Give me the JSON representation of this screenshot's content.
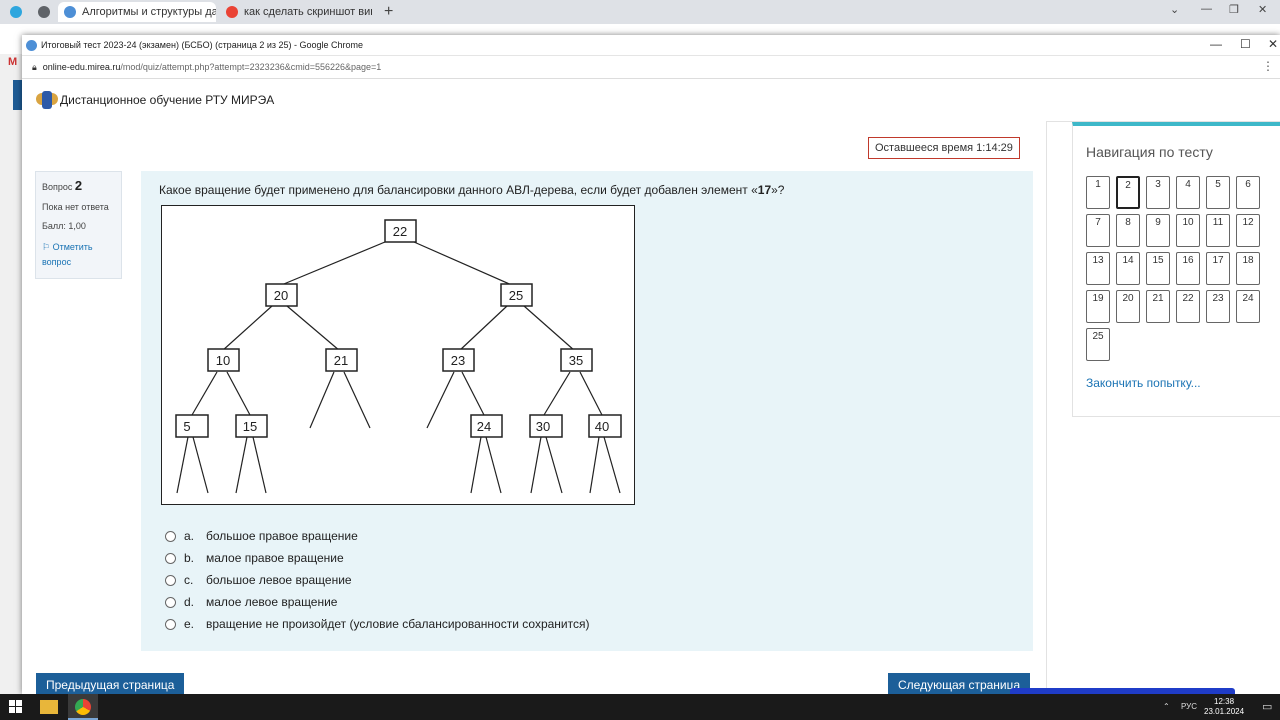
{
  "bg_browser": {
    "tabs": [
      {
        "label": "Алгоритмы и структуры данны"
      },
      {
        "label": "как сделать скриншот виндов"
      }
    ],
    "new_tab": "+",
    "win_controls": [
      "⌄",
      "—",
      "❐",
      "✕"
    ]
  },
  "popup": {
    "title": "Итоговый тест 2023-24 (экзамен) (БСБО) (страница 2 из 25) - Google Chrome",
    "controls": [
      "—",
      "☐",
      "✕"
    ],
    "url_domain": "online-edu.mirea.ru",
    "url_path": "/mod/quiz/attempt.php?attempt=2323236&cmid=556226&page=1"
  },
  "site": {
    "name": "Дистанционное обучение РТУ МИРЭА"
  },
  "timer": "Оставшееся время 1:14:29",
  "question_info": {
    "label": "Вопрос",
    "number": "2",
    "status": "Пока нет ответа",
    "score": "Балл: 1,00",
    "flag": "Отметить вопрос"
  },
  "question": {
    "text_before": "Какое вращение будет применено для балансировки данного АВЛ-дерева, если будет добавлен элемент «",
    "element": "17",
    "text_after": "»?",
    "tree_nodes": [
      "22",
      "20",
      "25",
      "10",
      "21",
      "23",
      "35",
      "5",
      "15",
      "24",
      "30",
      "40"
    ]
  },
  "answers": [
    {
      "letter": "a.",
      "text": "большое правое вращение"
    },
    {
      "letter": "b.",
      "text": "малое правое вращение"
    },
    {
      "letter": "c.",
      "text": "большое левое вращение"
    },
    {
      "letter": "d.",
      "text": "малое левое вращение"
    },
    {
      "letter": "e.",
      "text": "вращение не произойдет (условие сбалансированности сохранится)"
    }
  ],
  "buttons": {
    "prev": "Предыдущая страница",
    "next": "Следующая страница"
  },
  "nav": {
    "title": "Навигация по тесту",
    "pages": [
      "1",
      "2",
      "3",
      "4",
      "5",
      "6",
      "7",
      "8",
      "9",
      "10",
      "11",
      "12",
      "13",
      "14",
      "15",
      "16",
      "17",
      "18",
      "19",
      "20",
      "21",
      "22",
      "23",
      "24",
      "25"
    ],
    "current": "2",
    "finish": "Закончить попытку..."
  },
  "taskbar": {
    "lang": "РУС",
    "time": "12:38",
    "date": "23.01.2024"
  },
  "colors": {
    "accent": "#1c5f99",
    "timer_border": "#c0392b",
    "nav_top": "#3eb8c9",
    "question_bg": "#e8f4f8"
  }
}
